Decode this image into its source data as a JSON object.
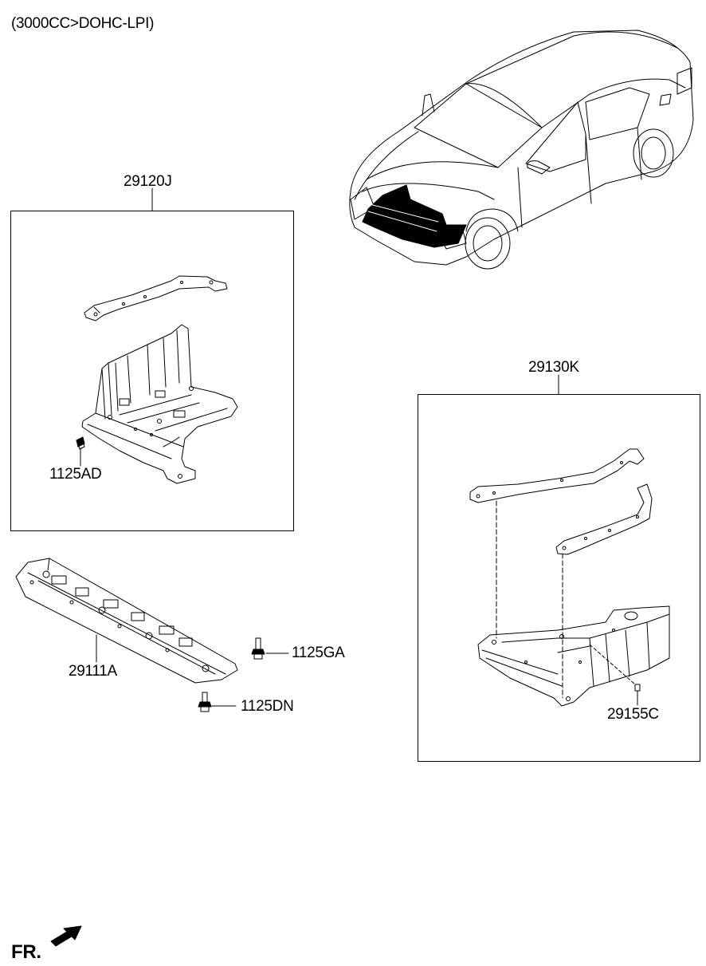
{
  "header": {
    "engine_spec": "(3000CC>DOHC-LPI)"
  },
  "parts": {
    "p29120J": "29120J",
    "p1125AD": "1125AD",
    "p29111A": "29111A",
    "p1125GA": "1125GA",
    "p1125DN": "1125DN",
    "p29130K": "29130K",
    "p29155C": "29155C"
  },
  "footer": {
    "front_marker": "FR."
  }
}
